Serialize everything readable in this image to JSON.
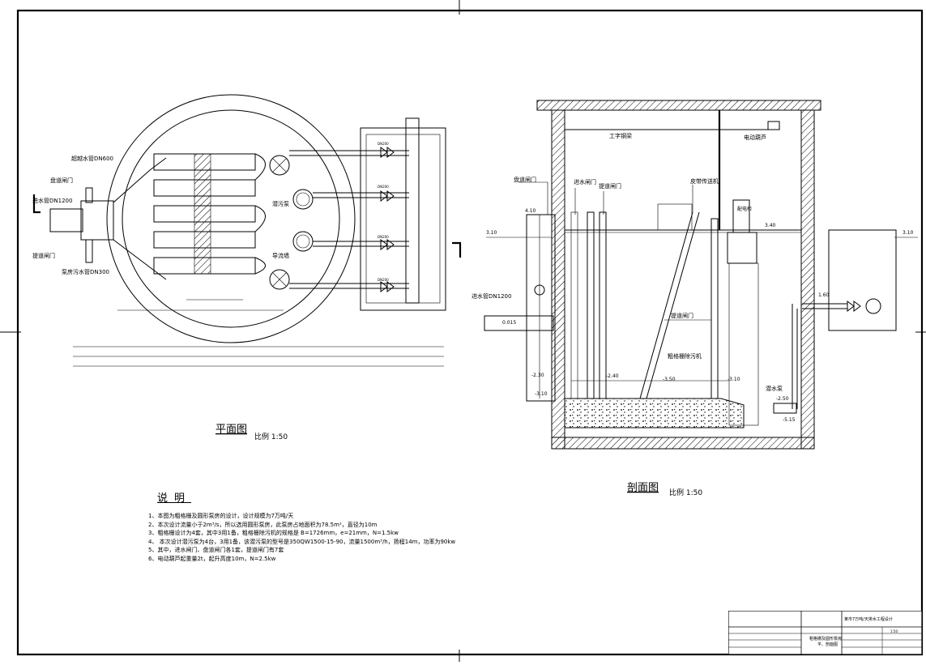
{
  "plan": {
    "title": "平面图",
    "scale": "比例 1:50",
    "labels": {
      "overflow_pipe": "超越水管DN600",
      "gate_valve": "盘道闸门",
      "inlet_pipe": "进水管DN1200",
      "sluice_gate": "提道闸门",
      "pump_room_sewer": "泵房污水管DN300",
      "submersible_pump": "潜污泵",
      "guide_bar": "导流墙",
      "dn200": "DN200"
    }
  },
  "section": {
    "title": "剖面图",
    "scale": "比例 1:50",
    "labels": {
      "i_beam": "工字钢梁",
      "hoist": "电动葫芦",
      "inlet_gate": "进水闸门",
      "gate_valve": "盘道闸门",
      "sluice_gate": "提道闸门",
      "conveyor": "皮带传送机",
      "inlet_pipe": "进水管DN1200",
      "screen_cleaner": "粗格栅除污机",
      "pump": "潜水泵",
      "cabinet": "配电柜"
    },
    "elevations": [
      "3.10",
      "3.40",
      "4.10",
      "0.015",
      "1.60",
      "-2.30",
      "-2.40",
      "-3.50",
      "-3.10",
      "-3.10",
      "-2.50",
      "-5.15"
    ]
  },
  "notes": {
    "title": "说明",
    "items": [
      "1、本图为粗格栅及圆形泵房的设计，设计规模为7万吨/天",
      "2、本次设计流量小于2m³/s，所以选用圆形泵房，此泵房占地面积为78.5m²，直径为10m",
      "3、粗格栅设计为4套，其中3用1备，粗格栅除污机的规格是 B=1726mm，e=21mm，N=1.5kw",
      "4、 本次设计潜污泵为4台，3用1备，该潜污泵的型号是350QW1500-15-90，流量1500m³/h，扬程14m，功率为90kw",
      "5、其中，进水闸门、盘道闸门各1套，提道闸门有7套",
      "6、电动葫芦起重量2t，起升高度10m，N=2.5kw"
    ]
  },
  "title_block": {
    "project": "某市7万吨/天排水工程设计",
    "drawing_name": "粗格栅及圆形泵房",
    "drawing_sub": "平、剖面图",
    "scale": "1:50"
  }
}
